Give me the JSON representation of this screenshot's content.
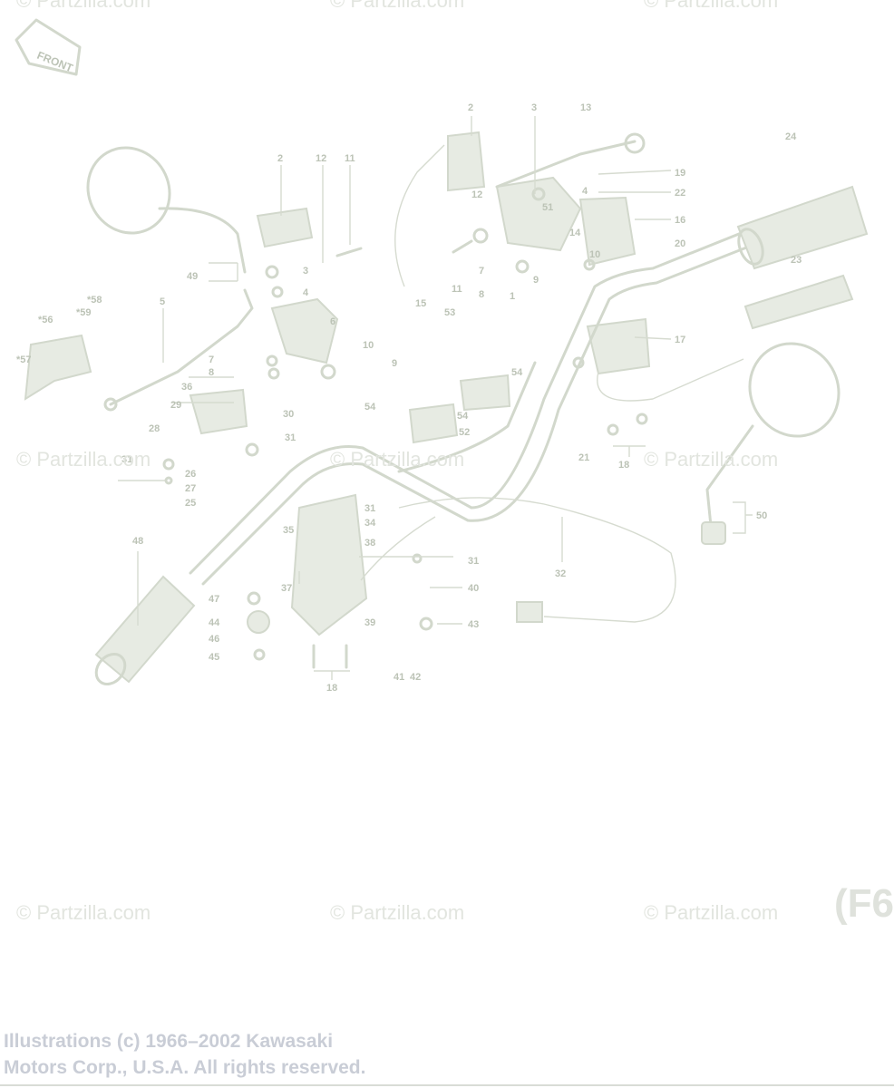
{
  "front_badge": "FRONT",
  "watermarks": [
    "© Partzilla.com",
    "© Partzilla.com",
    "© Partzilla.com",
    "© Partzilla.com",
    "© Partzilla.com",
    "© Partzilla.com",
    "© Partzilla.com",
    "© Partzilla.com",
    "© Partzilla.com"
  ],
  "diagram_code": "(F6",
  "copyright": {
    "line1": "Illustrations (c) 1966–2002 Kawasaki",
    "line2": "Motors Corp., U.S.A.  All rights reserved."
  },
  "callouts": [
    "2",
    "3",
    "13",
    "24",
    "2",
    "12",
    "11",
    "19",
    "22",
    "16",
    "12",
    "4",
    "51",
    "14",
    "10",
    "20",
    "49",
    "3",
    "4",
    "23",
    "7",
    "8",
    "9",
    "15",
    "11",
    "1",
    "6",
    "53",
    "5",
    "*58",
    "*59",
    "*56",
    "17",
    "7",
    "10",
    "8",
    "9",
    "*57",
    "36",
    "54",
    "29",
    "54",
    "54",
    "30",
    "52",
    "28",
    "31",
    "21",
    "18",
    "31",
    "26",
    "27",
    "25",
    "31",
    "34",
    "35",
    "38",
    "48",
    "31",
    "32",
    "40",
    "37",
    "50",
    "47",
    "39",
    "44",
    "43",
    "46",
    "45",
    "41",
    "42",
    "18"
  ]
}
